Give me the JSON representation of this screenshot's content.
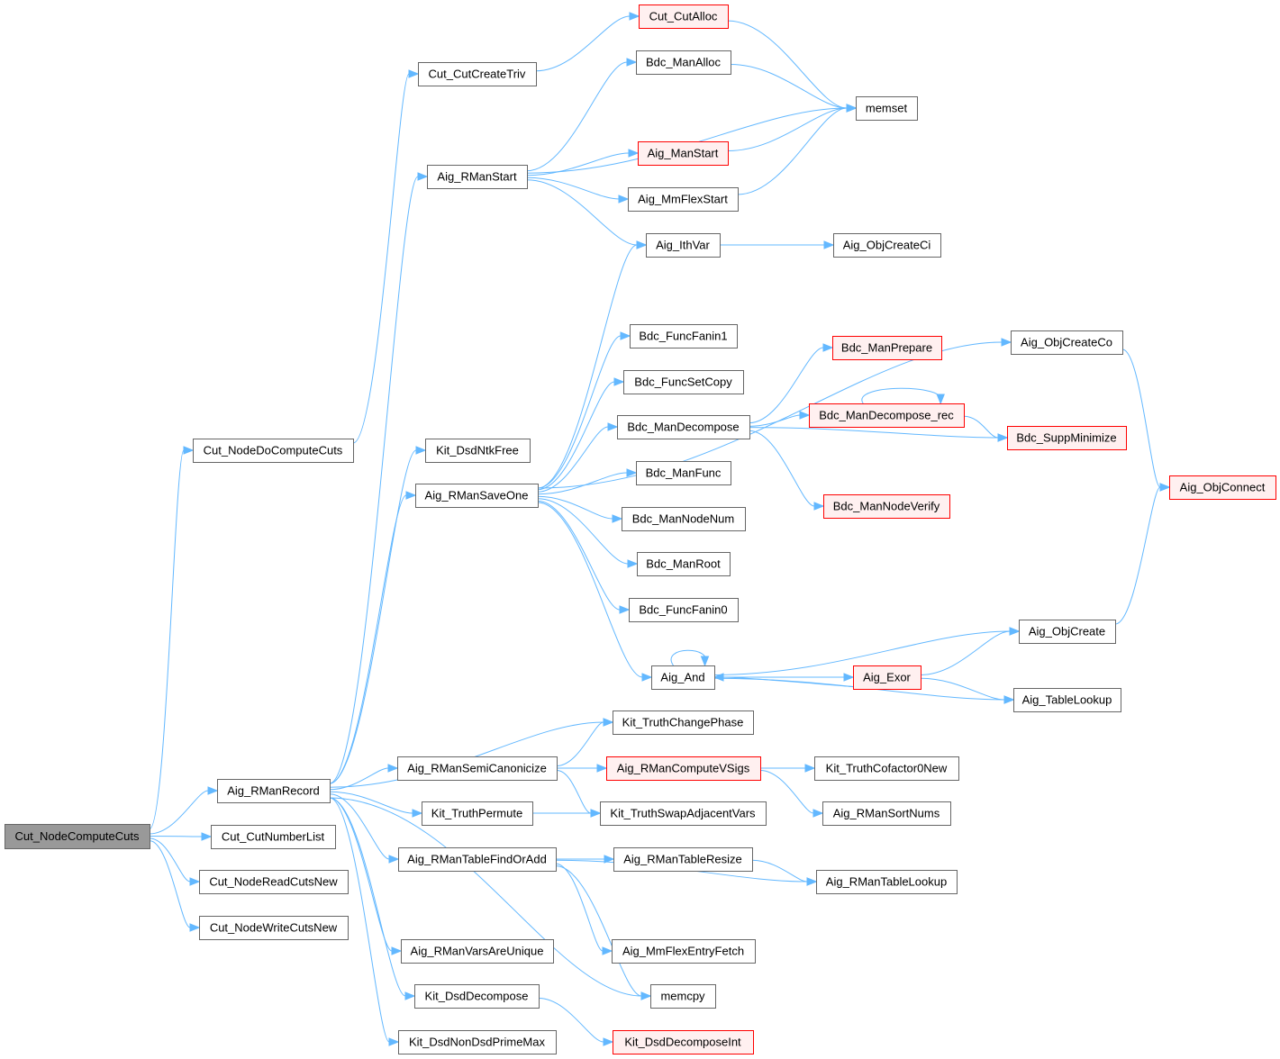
{
  "graph": {
    "title": "Call graph of Cut_NodeComputeCuts",
    "colors": {
      "edge": "#63b8ff",
      "root_fill": "#999999",
      "normal_border": "#666666",
      "truncated_border": "#ff0000",
      "truncated_fill": "#fff0f0"
    },
    "nodes": [
      {
        "label": "Cut_NodeComputeCuts",
        "kind": "root"
      },
      {
        "label": "Cut_NodeDoComputeCuts",
        "kind": "normal"
      },
      {
        "label": "Aig_RManRecord",
        "kind": "normal"
      },
      {
        "label": "Cut_CutNumberList",
        "kind": "normal"
      },
      {
        "label": "Cut_NodeReadCutsNew",
        "kind": "normal"
      },
      {
        "label": "Cut_NodeWriteCutsNew",
        "kind": "normal"
      },
      {
        "label": "Cut_CutCreateTriv",
        "kind": "normal"
      },
      {
        "label": "Aig_RManStart",
        "kind": "normal"
      },
      {
        "label": "Kit_DsdNtkFree",
        "kind": "normal"
      },
      {
        "label": "Aig_RManSaveOne",
        "kind": "normal"
      },
      {
        "label": "Aig_RManSemiCanonicize",
        "kind": "normal"
      },
      {
        "label": "Kit_TruthPermute",
        "kind": "normal"
      },
      {
        "label": "Aig_RManTableFindOrAdd",
        "kind": "normal"
      },
      {
        "label": "Aig_RManVarsAreUnique",
        "kind": "normal"
      },
      {
        "label": "Kit_DsdDecompose",
        "kind": "normal"
      },
      {
        "label": "Kit_DsdNonDsdPrimeMax",
        "kind": "normal"
      },
      {
        "label": "Cut_CutAlloc",
        "kind": "truncated"
      },
      {
        "label": "Bdc_ManAlloc",
        "kind": "normal"
      },
      {
        "label": "Aig_ManStart",
        "kind": "truncated"
      },
      {
        "label": "Aig_MmFlexStart",
        "kind": "normal"
      },
      {
        "label": "Aig_IthVar",
        "kind": "normal"
      },
      {
        "label": "Bdc_FuncFanin1",
        "kind": "normal"
      },
      {
        "label": "Bdc_FuncSetCopy",
        "kind": "normal"
      },
      {
        "label": "Bdc_ManDecompose",
        "kind": "normal"
      },
      {
        "label": "Bdc_ManFunc",
        "kind": "normal"
      },
      {
        "label": "Bdc_ManNodeNum",
        "kind": "normal"
      },
      {
        "label": "Bdc_ManRoot",
        "kind": "normal"
      },
      {
        "label": "Bdc_FuncFanin0",
        "kind": "normal"
      },
      {
        "label": "Aig_And",
        "kind": "normal"
      },
      {
        "label": "Kit_TruthChangePhase",
        "kind": "normal"
      },
      {
        "label": "Aig_RManComputeVSigs",
        "kind": "truncated"
      },
      {
        "label": "Kit_TruthSwapAdjacentVars",
        "kind": "normal"
      },
      {
        "label": "Aig_RManTableResize",
        "kind": "normal"
      },
      {
        "label": "Aig_MmFlexEntryFetch",
        "kind": "normal"
      },
      {
        "label": "memcpy",
        "kind": "normal"
      },
      {
        "label": "Kit_DsdDecomposeInt",
        "kind": "truncated"
      },
      {
        "label": "memset",
        "kind": "normal"
      },
      {
        "label": "Aig_ObjCreateCi",
        "kind": "normal"
      },
      {
        "label": "Bdc_ManPrepare",
        "kind": "truncated"
      },
      {
        "label": "Bdc_ManDecompose_rec",
        "kind": "truncated"
      },
      {
        "label": "Bdc_ManNodeVerify",
        "kind": "truncated"
      },
      {
        "label": "Aig_Exor",
        "kind": "truncated"
      },
      {
        "label": "Kit_TruthCofactor0New",
        "kind": "normal"
      },
      {
        "label": "Aig_RManSortNums",
        "kind": "normal"
      },
      {
        "label": "Aig_RManTableLookup",
        "kind": "normal"
      },
      {
        "label": "Aig_ObjCreateCo",
        "kind": "normal"
      },
      {
        "label": "Bdc_SuppMinimize",
        "kind": "truncated"
      },
      {
        "label": "Aig_ObjConnect",
        "kind": "truncated"
      },
      {
        "label": "Aig_ObjCreate",
        "kind": "normal"
      },
      {
        "label": "Aig_TableLookup",
        "kind": "normal"
      }
    ],
    "edges": [
      [
        "Cut_NodeComputeCuts",
        "Cut_NodeDoComputeCuts"
      ],
      [
        "Cut_NodeComputeCuts",
        "Aig_RManRecord"
      ],
      [
        "Cut_NodeComputeCuts",
        "Cut_CutNumberList"
      ],
      [
        "Cut_NodeComputeCuts",
        "Cut_NodeReadCutsNew"
      ],
      [
        "Cut_NodeComputeCuts",
        "Cut_NodeWriteCutsNew"
      ],
      [
        "Cut_NodeDoComputeCuts",
        "Cut_CutCreateTriv"
      ],
      [
        "Cut_CutCreateTriv",
        "Cut_CutAlloc"
      ],
      [
        "Aig_RManRecord",
        "Aig_RManStart"
      ],
      [
        "Aig_RManRecord",
        "Kit_DsdNtkFree"
      ],
      [
        "Aig_RManRecord",
        "Aig_RManSaveOne"
      ],
      [
        "Aig_RManRecord",
        "Kit_TruthChangePhase"
      ],
      [
        "Aig_RManRecord",
        "Aig_RManSemiCanonicize"
      ],
      [
        "Aig_RManRecord",
        "Kit_TruthPermute"
      ],
      [
        "Aig_RManRecord",
        "Aig_RManTableFindOrAdd"
      ],
      [
        "Aig_RManRecord",
        "Aig_RManVarsAreUnique"
      ],
      [
        "Aig_RManRecord",
        "Kit_DsdDecompose"
      ],
      [
        "Aig_RManRecord",
        "Kit_DsdNonDsdPrimeMax"
      ],
      [
        "Aig_RManRecord",
        "memcpy"
      ],
      [
        "Aig_RManStart",
        "Bdc_ManAlloc"
      ],
      [
        "Aig_RManStart",
        "memset"
      ],
      [
        "Aig_RManStart",
        "Aig_ManStart"
      ],
      [
        "Aig_RManStart",
        "Aig_MmFlexStart"
      ],
      [
        "Aig_RManStart",
        "Aig_IthVar"
      ],
      [
        "Aig_RManSaveOne",
        "Aig_IthVar"
      ],
      [
        "Aig_RManSaveOne",
        "Aig_ObjCreateCo"
      ],
      [
        "Aig_RManSaveOne",
        "Bdc_FuncFanin1"
      ],
      [
        "Aig_RManSaveOne",
        "Bdc_FuncSetCopy"
      ],
      [
        "Aig_RManSaveOne",
        "Bdc_ManDecompose"
      ],
      [
        "Aig_RManSaveOne",
        "Bdc_ManFunc"
      ],
      [
        "Aig_RManSaveOne",
        "Bdc_ManNodeNum"
      ],
      [
        "Aig_RManSaveOne",
        "Bdc_ManRoot"
      ],
      [
        "Aig_RManSaveOne",
        "Bdc_FuncFanin0"
      ],
      [
        "Aig_RManSaveOne",
        "Aig_And"
      ],
      [
        "Cut_CutAlloc",
        "memset"
      ],
      [
        "Bdc_ManAlloc",
        "memset"
      ],
      [
        "Aig_ManStart",
        "memset"
      ],
      [
        "Aig_MmFlexStart",
        "memset"
      ],
      [
        "Aig_IthVar",
        "Aig_ObjCreateCi"
      ],
      [
        "Bdc_ManDecompose",
        "Bdc_ManPrepare"
      ],
      [
        "Bdc_ManDecompose",
        "Bdc_ManDecompose_rec"
      ],
      [
        "Bdc_ManDecompose",
        "Bdc_SuppMinimize"
      ],
      [
        "Bdc_ManDecompose",
        "Bdc_ManNodeVerify"
      ],
      [
        "Bdc_ManDecompose_rec",
        "Bdc_ManDecompose_rec"
      ],
      [
        "Bdc_ManDecompose_rec",
        "Bdc_SuppMinimize"
      ],
      [
        "Aig_ObjCreateCo",
        "Aig_ObjConnect"
      ],
      [
        "Aig_ObjCreate",
        "Aig_ObjConnect"
      ],
      [
        "Aig_And",
        "Aig_And"
      ],
      [
        "Aig_And",
        "Aig_Exor"
      ],
      [
        "Aig_And",
        "Aig_ObjCreate"
      ],
      [
        "Aig_And",
        "Aig_TableLookup"
      ],
      [
        "Aig_Exor",
        "Aig_And"
      ],
      [
        "Aig_Exor",
        "Aig_ObjCreate"
      ],
      [
        "Aig_Exor",
        "Aig_TableLookup"
      ],
      [
        "Aig_RManSemiCanonicize",
        "Kit_TruthChangePhase"
      ],
      [
        "Aig_RManSemiCanonicize",
        "Aig_RManComputeVSigs"
      ],
      [
        "Aig_RManSemiCanonicize",
        "Kit_TruthSwapAdjacentVars"
      ],
      [
        "Kit_TruthPermute",
        "Kit_TruthSwapAdjacentVars"
      ],
      [
        "Aig_RManComputeVSigs",
        "Kit_TruthCofactor0New"
      ],
      [
        "Aig_RManComputeVSigs",
        "Aig_RManSortNums"
      ],
      [
        "Aig_RManTableFindOrAdd",
        "Aig_RManTableResize"
      ],
      [
        "Aig_RManTableFindOrAdd",
        "Aig_RManTableLookup"
      ],
      [
        "Aig_RManTableFindOrAdd",
        "Aig_MmFlexEntryFetch"
      ],
      [
        "Aig_RManTableFindOrAdd",
        "memcpy"
      ],
      [
        "Aig_RManTableResize",
        "Aig_RManTableLookup"
      ],
      [
        "Kit_DsdDecompose",
        "Kit_DsdDecomposeInt"
      ]
    ]
  }
}
